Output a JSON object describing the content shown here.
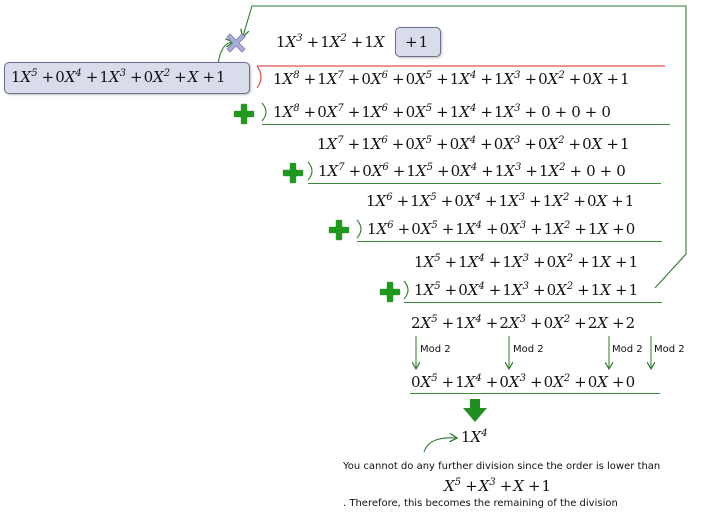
{
  "divisor": "1X^5 +0X^4 +1X^3 +0X^2 +X +1",
  "quotient": {
    "terms": "1X^3 +1X^2 +1X",
    "last_term": "+1"
  },
  "dividend": "1X^8 +1X^7 +0X^6 +0X^5 +1X^4 +1X^3 +0X^2 +0X +1",
  "steps": [
    "1X^8 +0X^7 +1X^6 +0X^5 +1X^4 +1X^3 + 0 + 0 + 0",
    "1X^7 +1X^6 +0X^5 +0X^4 +0X^3 +0X^2 +0X +1",
    "1X^7 +0X^6 +1X^5 +0X^4 +1X^3 +1X^2 + 0 + 0",
    "1X^6 +1X^5 +0X^4 +1X^3 +1X^2 +0X +1",
    "1X^6 +0X^5 +1X^4 +0X^3 +1X^2 +1X +0",
    "1X^5 +1X^4 +1X^3 +0X^2 +1X +1",
    "1X^5 +0X^4 +1X^3 +0X^2 +1X +1"
  ],
  "sum": "2X^5 +1X^4 +2X^3 +0X^2 +2X +2",
  "mod_label": "Mod 2",
  "after_mod": "0X^5 +1X^4 +0X^3 +0X^2 +0X +0",
  "remainder": "1X^4",
  "note": {
    "line1": "You cannot do any further division since the order is lower than",
    "formula": "X^5 +X^3 +X +1",
    "line2": ". Therefore, this becomes the remaining of the division"
  },
  "colors": {
    "plus": "#1f9a1f",
    "arrow": "#2e7d2e",
    "divider_red": "#e05050",
    "box_fill": "#d9dceb",
    "times_icon": "#a9acd6",
    "down_arrow": "#1f8f1f"
  },
  "icons": [
    "times-icon",
    "plus-icon",
    "down-arrow-icon"
  ]
}
